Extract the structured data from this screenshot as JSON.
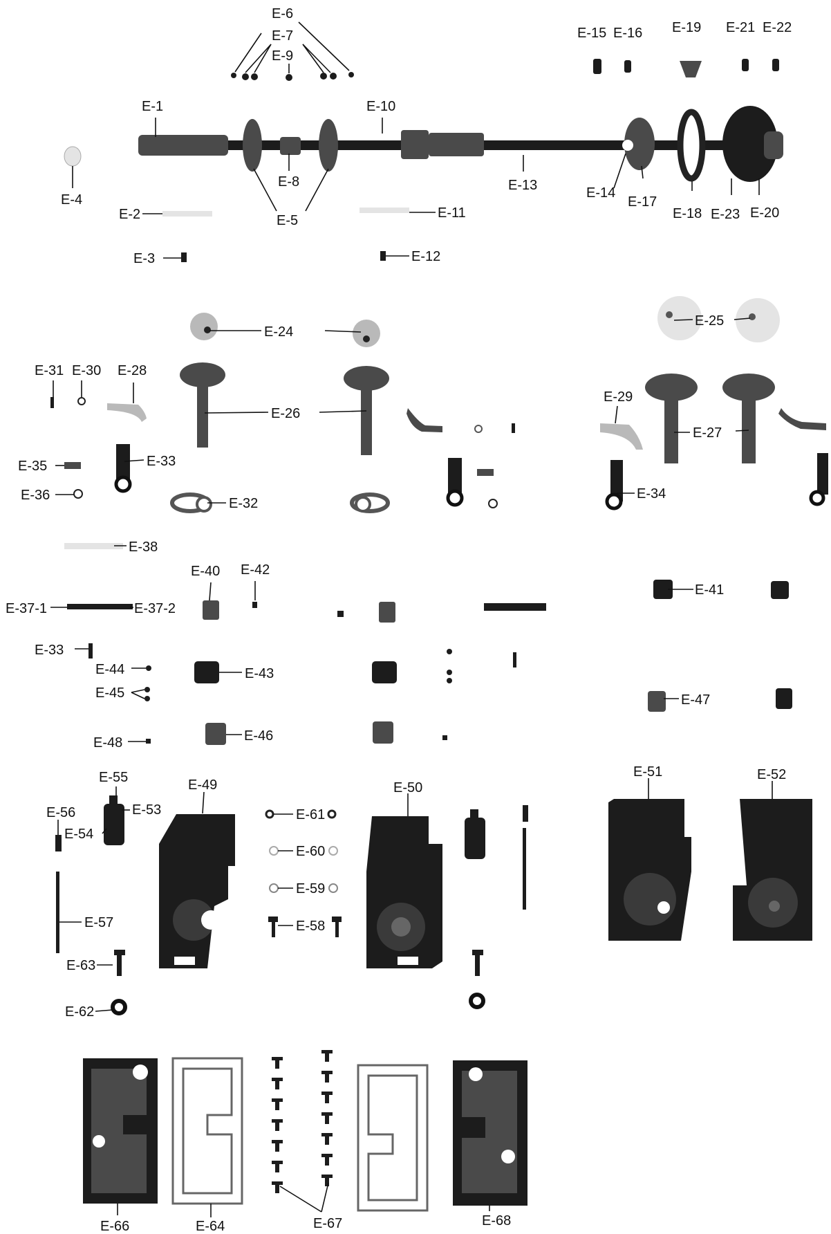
{
  "parts": {
    "e1": "E-1",
    "e2": "E-2",
    "e3": "E-3",
    "e4": "E-4",
    "e5": "E-5",
    "e6": "E-6",
    "e7": "E-7",
    "e8": "E-8",
    "e9": "E-9",
    "e10": "E-10",
    "e11": "E-11",
    "e12": "E-12",
    "e13": "E-13",
    "e14": "E-14",
    "e15": "E-15",
    "e16": "E-16",
    "e17": "E-17",
    "e18": "E-18",
    "e19": "E-19",
    "e20": "E-20",
    "e21": "E-21",
    "e22": "E-22",
    "e23": "E-23",
    "e24": "E-24",
    "e25": "E-25",
    "e26": "E-26",
    "e27": "E-27",
    "e28": "E-28",
    "e29": "E-29",
    "e30": "E-30",
    "e31": "E-31",
    "e32": "E-32",
    "e33": "E-33",
    "e34": "E-34",
    "e35": "E-35",
    "e36": "E-36",
    "e37_1": "E-37-1",
    "e37_2": "E-37-2",
    "e38": "E-38",
    "e40": "E-40",
    "e41": "E-41",
    "e42": "E-42",
    "e43": "E-43",
    "e44": "E-44",
    "e45": "E-45",
    "e46": "E-46",
    "e47": "E-47",
    "e48": "E-48",
    "e49": "E-49",
    "e50": "E-50",
    "e51": "E-51",
    "e52": "E-52",
    "e53": "E-53",
    "e54": "E-54",
    "e55": "E-55",
    "e56": "E-56",
    "e57": "E-57",
    "e58": "E-58",
    "e59": "E-59",
    "e60": "E-60",
    "e61": "E-61",
    "e62": "E-62",
    "e63": "E-63",
    "e64": "E-64",
    "e66": "E-66",
    "e67": "E-67",
    "e68": "E-68"
  }
}
